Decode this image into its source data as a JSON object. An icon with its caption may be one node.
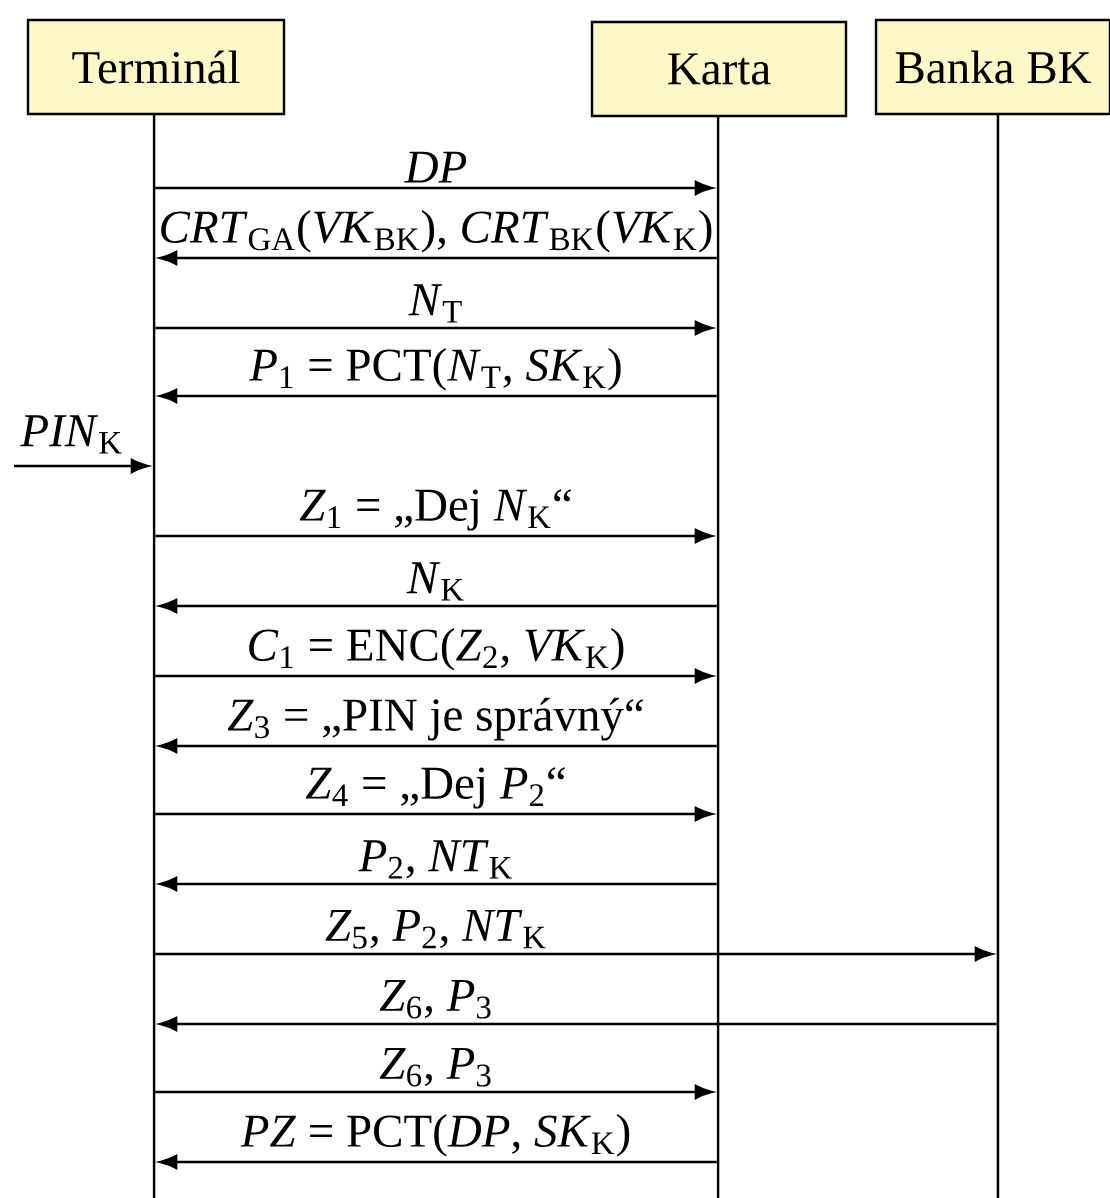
{
  "diagram": {
    "nodes": [
      {
        "text": [
          "Terminál"
        ]
      },
      {
        "text": [
          "Karta"
        ]
      },
      {
        "text": [
          "Banka BK"
        ]
      },
      {
        "text": [],
        "shape": "line"
      },
      {
        "text": [],
        "shape": "line"
      },
      {
        "text": [],
        "shape": "line"
      }
    ],
    "edges": [
      {
        "from": 3,
        "to": 4,
        "arrow": "to",
        "label": "*DP*"
      },
      {
        "from": 4,
        "to": 3,
        "arrow": "to",
        "label": "*CRT*$_{GA}$(*VK*$_{BK}$), *CRT*$_{BK}$(*VK*$_{K}$)"
      },
      {
        "from": 3,
        "to": 4,
        "arrow": "to",
        "label": "*N*$_{T}$"
      },
      {
        "from": 4,
        "to": 3,
        "arrow": "to",
        "label": "*P*$_{1}$ = PCT(*N*$_{T}$, *SK*$_{K}$)"
      },
      {
        "from": null,
        "to": 3,
        "arrow": "to",
        "label": "*PIN*$_{K}$"
      },
      {
        "from": 3,
        "to": 4,
        "arrow": "to",
        "label": "*Z*$_{1}$ = „Dej *N*$_{K}$“"
      },
      {
        "from": 4,
        "to": 3,
        "arrow": "to",
        "label": "*N*$_{K}$"
      },
      {
        "from": 3,
        "to": 4,
        "arrow": "to",
        "label": "*C*$_{1}$ = ENC(*Z*$_{2}$, *VK*$_{K}$)"
      },
      {
        "from": 4,
        "to": 3,
        "arrow": "to",
        "label": "*Z*$_{3}$ = „PIN je správný“"
      },
      {
        "from": 3,
        "to": 4,
        "arrow": "to",
        "label": "*Z*$_{4}$ = „Dej *P*$_{2}$“"
      },
      {
        "from": 4,
        "to": 3,
        "arrow": "to",
        "label": "*P*$_{2}$, *NT*$_{K}$"
      },
      {
        "from": 3,
        "to": 5,
        "arrow": "to",
        "label": "*Z*$_{5}$, *P*$_{2}$, *NT*$_{K}$"
      },
      {
        "from": 5,
        "to": 3,
        "arrow": "to",
        "label": "*Z*$_{6}$, *P*$_{3}$"
      },
      {
        "from": 3,
        "to": 4,
        "arrow": "to",
        "label": "*Z*$_{6}$, *P*$_{3}$"
      },
      {
        "from": 4,
        "to": 3,
        "arrow": "to",
        "label": "*PZ* = PCT(*DP*, *SK*$_{K}$)"
      }
    ]
  }
}
